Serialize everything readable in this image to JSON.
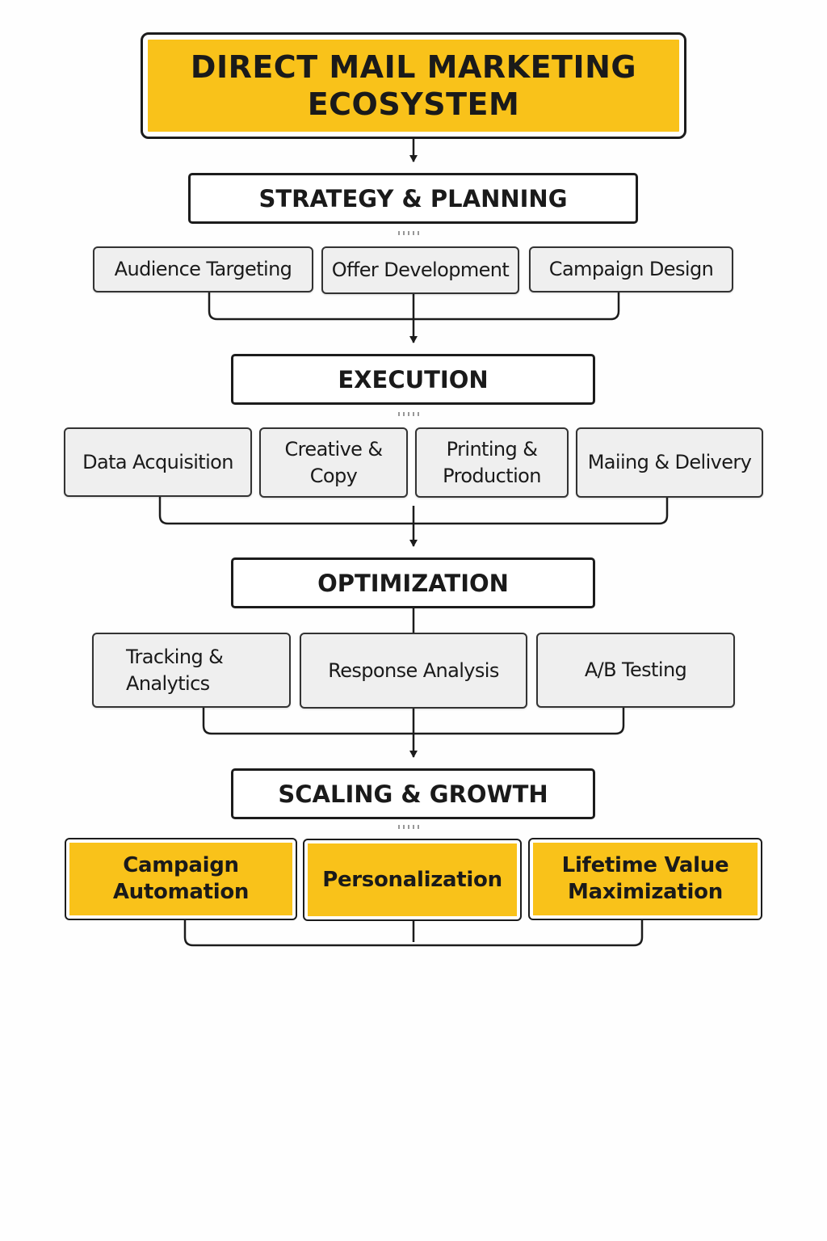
{
  "diagram": {
    "title": "DIRECT MAIL MARKETING\nECOSYSTEM",
    "colors": {
      "accent": "#f9c21a",
      "item_fill": "#efefef",
      "line": "#1c1c1c",
      "background": "#fefefe"
    },
    "phases": [
      {
        "label": "STRATEGY & PLANNING",
        "items": [
          "Audience Targeting",
          "Offer Development",
          "Campaign Design"
        ]
      },
      {
        "label": "EXECUTION",
        "items": [
          "Data Acquisition",
          "Creative &\nCopy",
          "Printing &\nProduction",
          "Maiing & Delivery"
        ]
      },
      {
        "label": "OPTIMIZATION",
        "items": [
          "Tracking &\nAnalytics",
          "Response Analysis",
          "A/B Testing"
        ]
      },
      {
        "label": "SCALING & GROWTH",
        "items": [
          "Campaign\nAutomation",
          "Personalization",
          "Lifetime Value\nMaximization"
        ]
      }
    ]
  }
}
